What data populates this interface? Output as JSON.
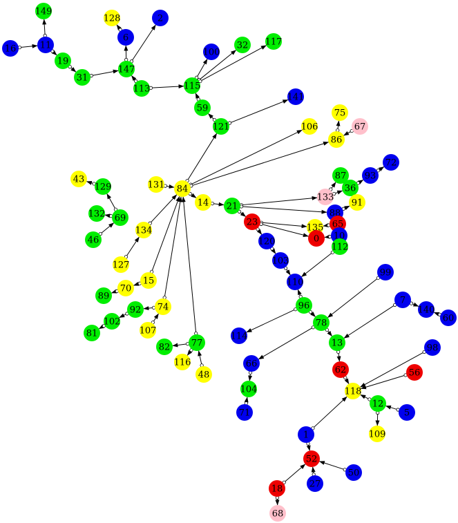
{
  "colors": {
    "green": "#00ee00",
    "blue": "#0000ee",
    "yellow": "#ffff00",
    "red": "#ee0000",
    "pink": "#ffc0cb",
    "edge": "#000000"
  },
  "nodes": [
    {
      "id": "149",
      "color": "green"
    },
    {
      "id": "128",
      "color": "yellow"
    },
    {
      "id": "2",
      "color": "blue"
    },
    {
      "id": "6",
      "color": "blue"
    },
    {
      "id": "16",
      "color": "blue"
    },
    {
      "id": "11",
      "color": "blue"
    },
    {
      "id": "19",
      "color": "green"
    },
    {
      "id": "31",
      "color": "green"
    },
    {
      "id": "147",
      "color": "green"
    },
    {
      "id": "113",
      "color": "green"
    },
    {
      "id": "100",
      "color": "blue"
    },
    {
      "id": "32",
      "color": "green"
    },
    {
      "id": "117",
      "color": "green"
    },
    {
      "id": "115",
      "color": "green"
    },
    {
      "id": "141",
      "color": "blue"
    },
    {
      "id": "59",
      "color": "green"
    },
    {
      "id": "121",
      "color": "green"
    },
    {
      "id": "75",
      "color": "yellow"
    },
    {
      "id": "106",
      "color": "yellow"
    },
    {
      "id": "67",
      "color": "pink"
    },
    {
      "id": "86",
      "color": "yellow"
    },
    {
      "id": "72",
      "color": "blue"
    },
    {
      "id": "87",
      "color": "green"
    },
    {
      "id": "93",
      "color": "blue"
    },
    {
      "id": "36",
      "color": "green"
    },
    {
      "id": "43",
      "color": "yellow"
    },
    {
      "id": "129",
      "color": "green"
    },
    {
      "id": "131",
      "color": "yellow"
    },
    {
      "id": "84",
      "color": "yellow"
    },
    {
      "id": "133",
      "color": "pink"
    },
    {
      "id": "14",
      "color": "yellow"
    },
    {
      "id": "91",
      "color": "yellow"
    },
    {
      "id": "21",
      "color": "green"
    },
    {
      "id": "88",
      "color": "blue"
    },
    {
      "id": "132",
      "color": "green"
    },
    {
      "id": "69",
      "color": "green"
    },
    {
      "id": "23",
      "color": "red"
    },
    {
      "id": "65",
      "color": "red"
    },
    {
      "id": "135",
      "color": "yellow"
    },
    {
      "id": "46",
      "color": "green"
    },
    {
      "id": "134",
      "color": "yellow"
    },
    {
      "id": "0",
      "color": "red"
    },
    {
      "id": "10",
      "color": "blue"
    },
    {
      "id": "120",
      "color": "blue"
    },
    {
      "id": "112",
      "color": "green"
    },
    {
      "id": "127",
      "color": "yellow"
    },
    {
      "id": "103",
      "color": "blue"
    },
    {
      "id": "15",
      "color": "yellow"
    },
    {
      "id": "70",
      "color": "yellow"
    },
    {
      "id": "110",
      "color": "blue"
    },
    {
      "id": "89",
      "color": "green"
    },
    {
      "id": "99",
      "color": "blue"
    },
    {
      "id": "96",
      "color": "green"
    },
    {
      "id": "7",
      "color": "blue"
    },
    {
      "id": "92",
      "color": "green"
    },
    {
      "id": "74",
      "color": "yellow"
    },
    {
      "id": "140",
      "color": "blue"
    },
    {
      "id": "60",
      "color": "blue"
    },
    {
      "id": "102",
      "color": "green"
    },
    {
      "id": "107",
      "color": "yellow"
    },
    {
      "id": "81",
      "color": "green"
    },
    {
      "id": "114",
      "color": "blue"
    },
    {
      "id": "78",
      "color": "green"
    },
    {
      "id": "77",
      "color": "green"
    },
    {
      "id": "82",
      "color": "green"
    },
    {
      "id": "13",
      "color": "green"
    },
    {
      "id": "98",
      "color": "blue"
    },
    {
      "id": "116",
      "color": "yellow"
    },
    {
      "id": "66",
      "color": "blue"
    },
    {
      "id": "48",
      "color": "yellow"
    },
    {
      "id": "62",
      "color": "red"
    },
    {
      "id": "56",
      "color": "red"
    },
    {
      "id": "104",
      "color": "green"
    },
    {
      "id": "118",
      "color": "yellow"
    },
    {
      "id": "12",
      "color": "green"
    },
    {
      "id": "71",
      "color": "blue"
    },
    {
      "id": "5",
      "color": "blue"
    },
    {
      "id": "109",
      "color": "yellow"
    },
    {
      "id": "1",
      "color": "blue"
    },
    {
      "id": "52",
      "color": "red"
    },
    {
      "id": "50",
      "color": "blue"
    },
    {
      "id": "18",
      "color": "red"
    },
    {
      "id": "27",
      "color": "blue"
    },
    {
      "id": "68",
      "color": "pink"
    }
  ],
  "edges": [
    [
      "11",
      "149"
    ],
    [
      "16",
      "11"
    ],
    [
      "11",
      "19"
    ],
    [
      "19",
      "31"
    ],
    [
      "31",
      "147"
    ],
    [
      "6",
      "128"
    ],
    [
      "147",
      "6"
    ],
    [
      "147",
      "2"
    ],
    [
      "113",
      "147"
    ],
    [
      "113",
      "115"
    ],
    [
      "115",
      "100"
    ],
    [
      "115",
      "32"
    ],
    [
      "115",
      "117"
    ],
    [
      "59",
      "115"
    ],
    [
      "121",
      "59"
    ],
    [
      "121",
      "141"
    ],
    [
      "84",
      "121"
    ],
    [
      "84",
      "106"
    ],
    [
      "84",
      "86"
    ],
    [
      "86",
      "75"
    ],
    [
      "67",
      "86"
    ],
    [
      "131",
      "84"
    ],
    [
      "84",
      "14"
    ],
    [
      "14",
      "21"
    ],
    [
      "21",
      "133"
    ],
    [
      "133",
      "87"
    ],
    [
      "133",
      "36"
    ],
    [
      "36",
      "93"
    ],
    [
      "93",
      "72"
    ],
    [
      "21",
      "88"
    ],
    [
      "88",
      "91"
    ],
    [
      "21",
      "23"
    ],
    [
      "23",
      "135"
    ],
    [
      "23",
      "0"
    ],
    [
      "65",
      "135"
    ],
    [
      "10",
      "0"
    ],
    [
      "88",
      "65"
    ],
    [
      "23",
      "120"
    ],
    [
      "120",
      "103"
    ],
    [
      "103",
      "110"
    ],
    [
      "112",
      "110"
    ],
    [
      "129",
      "43"
    ],
    [
      "69",
      "129"
    ],
    [
      "69",
      "132"
    ],
    [
      "46",
      "69"
    ],
    [
      "134",
      "84"
    ],
    [
      "127",
      "134"
    ],
    [
      "15",
      "84"
    ],
    [
      "15",
      "70"
    ],
    [
      "70",
      "89"
    ],
    [
      "74",
      "84"
    ],
    [
      "74",
      "92"
    ],
    [
      "92",
      "102"
    ],
    [
      "102",
      "81"
    ],
    [
      "107",
      "74"
    ],
    [
      "77",
      "84"
    ],
    [
      "77",
      "82"
    ],
    [
      "77",
      "116"
    ],
    [
      "48",
      "77"
    ],
    [
      "96",
      "110"
    ],
    [
      "96",
      "114"
    ],
    [
      "96",
      "78"
    ],
    [
      "99",
      "78"
    ],
    [
      "78",
      "13"
    ],
    [
      "78",
      "66"
    ],
    [
      "66",
      "104"
    ],
    [
      "71",
      "104"
    ],
    [
      "7",
      "13"
    ],
    [
      "7",
      "140"
    ],
    [
      "60",
      "140"
    ],
    [
      "13",
      "62"
    ],
    [
      "62",
      "118"
    ],
    [
      "98",
      "118"
    ],
    [
      "56",
      "118"
    ],
    [
      "12",
      "118"
    ],
    [
      "5",
      "12"
    ],
    [
      "12",
      "109"
    ],
    [
      "1",
      "118"
    ],
    [
      "1",
      "52"
    ],
    [
      "50",
      "52"
    ],
    [
      "27",
      "52"
    ],
    [
      "18",
      "52"
    ],
    [
      "18",
      "68"
    ]
  ]
}
